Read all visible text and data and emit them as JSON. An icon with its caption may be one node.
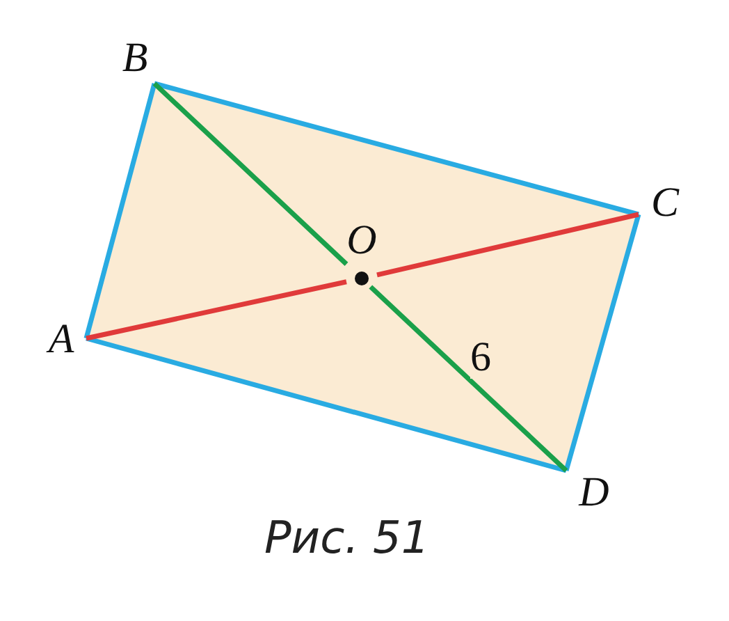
{
  "diagram": {
    "caption": "Рис. 51",
    "nodes": [
      {
        "text": [
          "A"
        ]
      },
      {
        "text": [
          "B"
        ]
      },
      {
        "text": [
          "C"
        ]
      },
      {
        "text": [
          "D"
        ]
      },
      {
        "text": [
          "O"
        ]
      }
    ],
    "edges": [
      {
        "from": 0,
        "to": 1,
        "arrow": "none",
        "color": "#29abe2"
      },
      {
        "from": 1,
        "to": 2,
        "arrow": "none",
        "color": "#29abe2"
      },
      {
        "from": 2,
        "to": 3,
        "arrow": "none",
        "color": "#29abe2"
      },
      {
        "from": 3,
        "to": 0,
        "arrow": "none",
        "color": "#29abe2"
      },
      {
        "from": 0,
        "to": 4,
        "arrow": "none",
        "color": "#e03a3a"
      },
      {
        "from": 4,
        "to": 2,
        "arrow": "none",
        "color": "#e03a3a"
      },
      {
        "from": 1,
        "to": 4,
        "arrow": "none",
        "color": "#1aa04a"
      },
      {
        "from": 4,
        "to": 3,
        "arrow": "none",
        "color": "#1aa04a",
        "label": "6"
      }
    ]
  }
}
